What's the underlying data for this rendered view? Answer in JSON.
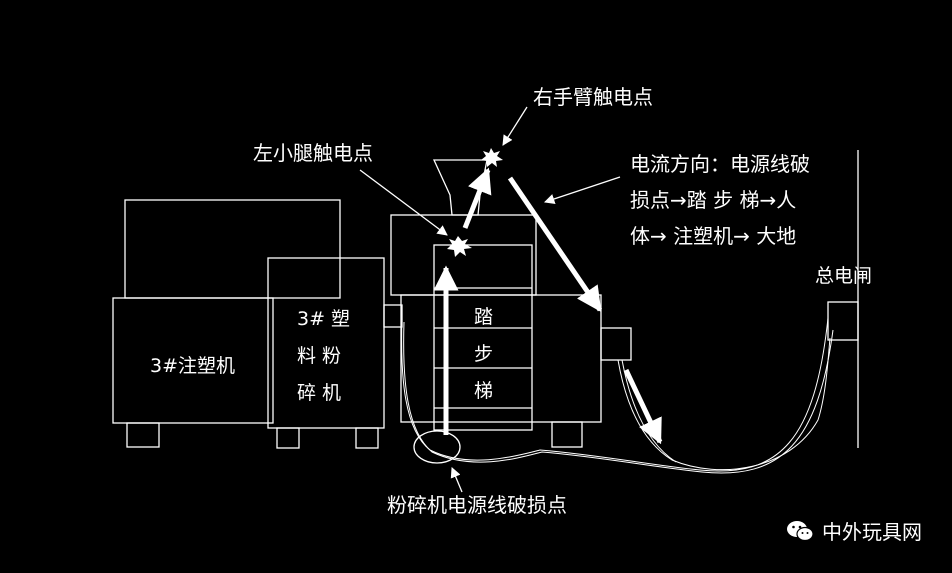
{
  "labels": {
    "right_arm": "右手臂触电点",
    "left_leg": "左小腿触电点",
    "current_line1": "电流方向：电源线破",
    "current_line2": "损点→踏 步 梯→人",
    "current_line3": "体→ 注塑机→ 大地",
    "main_switch": "总电闸",
    "injection_machine": "3#注塑机",
    "crusher_line1": "3# 塑",
    "crusher_line2": "料 粉",
    "crusher_line3": "碎 机",
    "ladder_1": "踏",
    "ladder_2": "步",
    "ladder_3": "梯",
    "damage_point": "粉碎机电源线破损点"
  },
  "watermark": {
    "text": "中外玩具网",
    "icon": "wechat-icon"
  },
  "colors": {
    "background": "#000000",
    "line": "#ffffff"
  }
}
